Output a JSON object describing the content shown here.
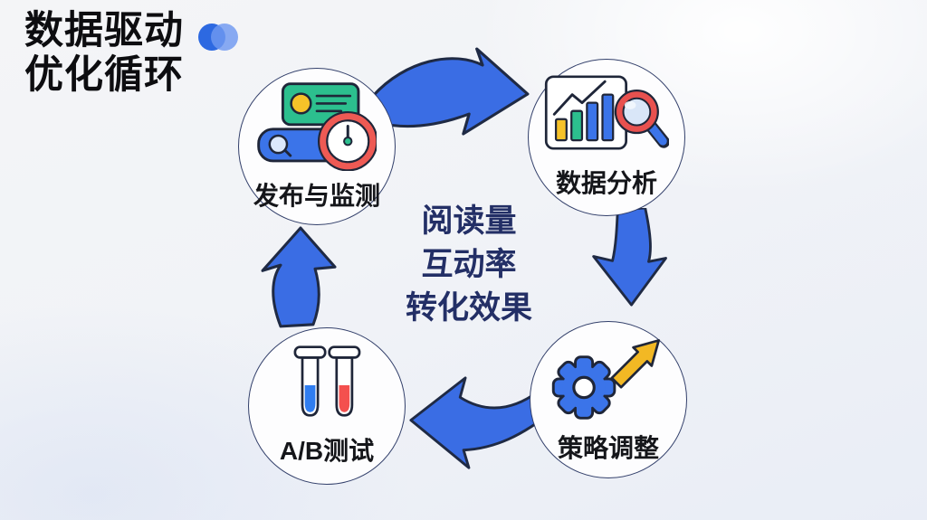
{
  "title": {
    "line1": "数据驱动",
    "line2": "优化循环"
  },
  "decor": {
    "dots_icon": "two-overlapping-blue-dots"
  },
  "center_metrics": {
    "line1": "阅读量",
    "line2": "互动率",
    "line3": "转化效果"
  },
  "nodes": {
    "publish_monitor": {
      "label": "发布与监测",
      "icon": "publish-monitor-icon"
    },
    "data_analysis": {
      "label": "数据分析",
      "icon": "chart-magnifier-icon"
    },
    "strategy_adjust": {
      "label": "策略调整",
      "icon": "gear-growth-arrow-icon"
    },
    "ab_test": {
      "label": "A/B测试",
      "icon": "test-tubes-icon"
    }
  },
  "arrows": [
    {
      "name": "cycle-arrow-top",
      "from": "publish_monitor",
      "to": "data_analysis"
    },
    {
      "name": "cycle-arrow-right",
      "from": "data_analysis",
      "to": "strategy_adjust"
    },
    {
      "name": "cycle-arrow-bottom",
      "from": "strategy_adjust",
      "to": "ab_test"
    },
    {
      "name": "cycle-arrow-left",
      "from": "ab_test",
      "to": "publish_monitor"
    }
  ],
  "colors": {
    "arrow_blue": "#3a6de4",
    "outline_dark": "#1f2639",
    "node_stroke": "#33406b",
    "icon_green": "#2cbf8e",
    "icon_yellow": "#f6c229",
    "icon_red": "#ee5a54",
    "icon_blue": "#3b74e9",
    "liquid_blue": "#2f7df0",
    "liquid_red": "#f4504e",
    "lens_blue": "#d9e6f8",
    "dot_dark_blue": "#2d69e1",
    "dot_light_blue": "#6f99f0",
    "center_text": "#232f66",
    "title_text": "#0d0d10",
    "label_text": "#15161a",
    "background": "#f1f3f7"
  }
}
